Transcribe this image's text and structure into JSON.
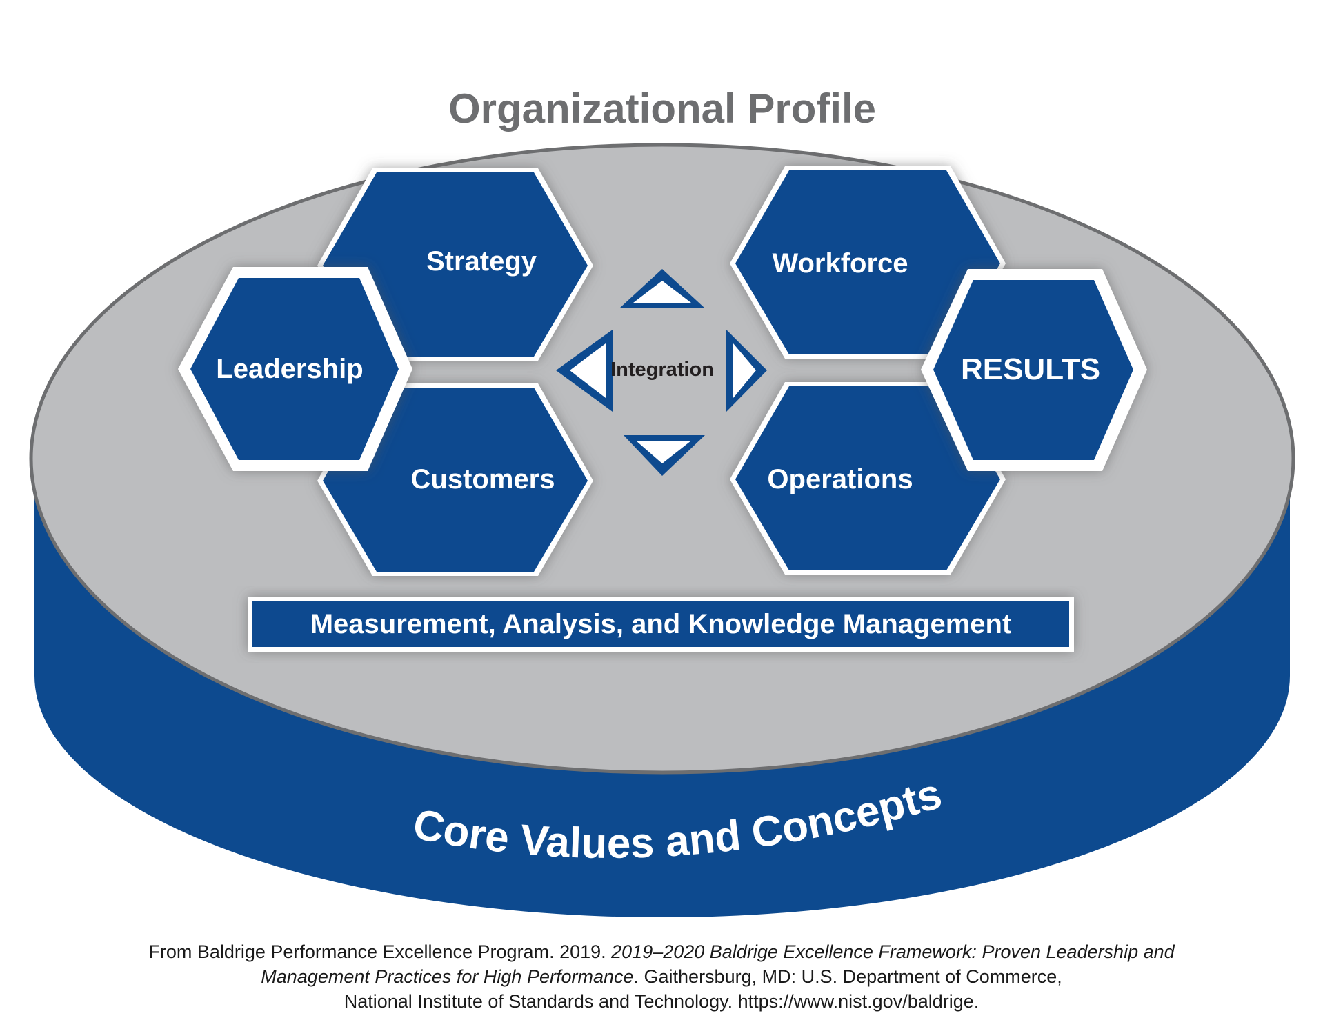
{
  "organizational_profile": "Organizational Profile",
  "core_values": "Core Values and Concepts",
  "integration": "Integration",
  "measurement": "Measurement, Analysis, and Knowledge Management",
  "hexagons": {
    "leadership": "Leadership",
    "strategy": "Strategy",
    "customers": "Customers",
    "workforce": "Workforce",
    "operations": "Operations",
    "results": "RESULTS"
  },
  "citation": {
    "line1_plain": "From Baldrige Performance Excellence Program. 2019. ",
    "line1_italic": "2019–2020 Baldrige Excellence Framework: Proven Leadership and",
    "line2_italic": "Management Practices for High Performance",
    "line2_plain": ". Gaithersburg, MD: U.S. Department of Commerce,",
    "line3_plain": "National Institute of Standards and Technology. https://www.nist.gov/baldrige."
  },
  "colors": {
    "navy": "#0d4a8f",
    "gray_disc": "#bcbdbf",
    "gray_text": "#6d6e70",
    "white": "#ffffff"
  }
}
